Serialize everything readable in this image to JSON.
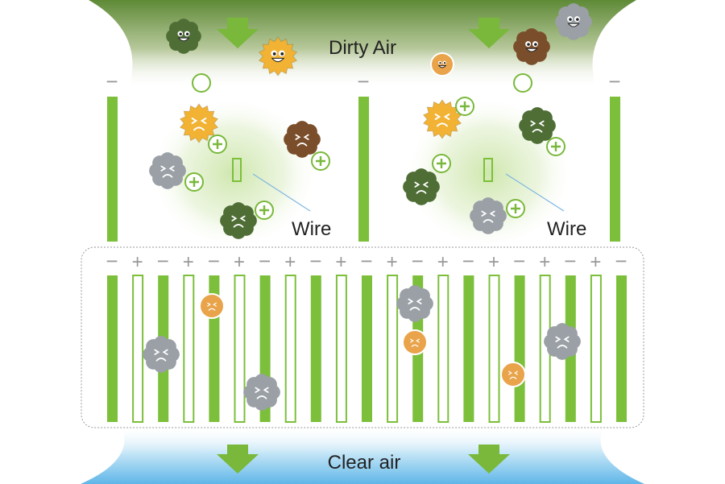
{
  "labels": {
    "top": "Dirty Air",
    "bottom": "Clear air",
    "wire_left": "Wire",
    "wire_right": "Wire"
  },
  "signs": {
    "minus": "−",
    "plus": "+"
  },
  "colors": {
    "plate_green": "#7cbf3a",
    "dirty_air_top": "#5e8a36",
    "clean_air_bottom": "#5fb6e8",
    "arrow_green": "#79b83a",
    "particle_yellow": "#f2b233",
    "particle_orange": "#e9a34a",
    "particle_brown": "#7a4e2a",
    "particle_olive": "#4f6e36",
    "particle_gray": "#9aa0a6",
    "ion_ring": "#79b83a"
  },
  "icons": {
    "flow_arrow": "down-arrow-icon",
    "charge_plus": "plus-circle-icon",
    "charge_neutral": "neutral-circle-icon",
    "happy_particle": "happy-dust-particle-icon",
    "sad_particle": "sad-dust-particle-icon"
  }
}
